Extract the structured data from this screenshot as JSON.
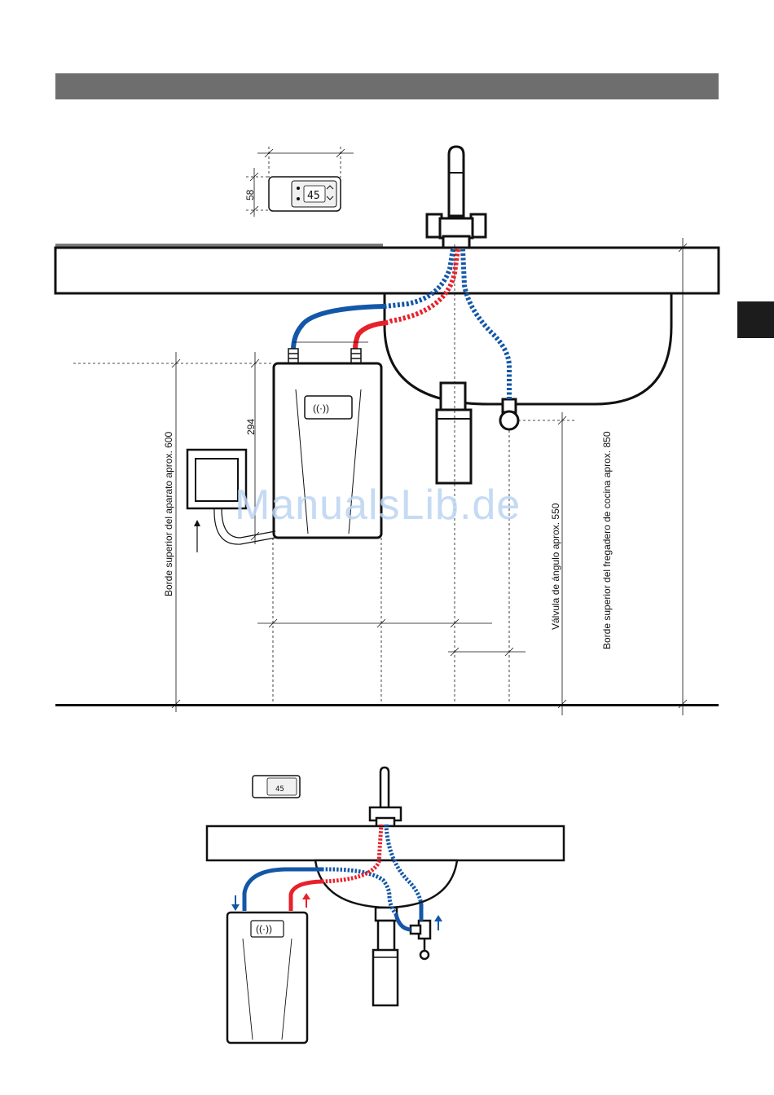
{
  "dimensions": {
    "remote_height": "58",
    "inlet_to_top": "294"
  },
  "labels": {
    "device_top_edge": "Borde superior del aparato aprox. 600",
    "angle_valve": "Válvula de ángulo aprox. 550",
    "sink_top_edge": "Borde superior del fregadero de cocina aprox. 850"
  },
  "remote": {
    "display_value": "45"
  },
  "heater": {
    "badge_text": "((·))"
  },
  "watermark": "ManualsLib.de",
  "colors": {
    "hot": "#e8202a",
    "cold": "#1357a8",
    "header": "#6e6e6e",
    "tab": "#1c1c1c"
  }
}
